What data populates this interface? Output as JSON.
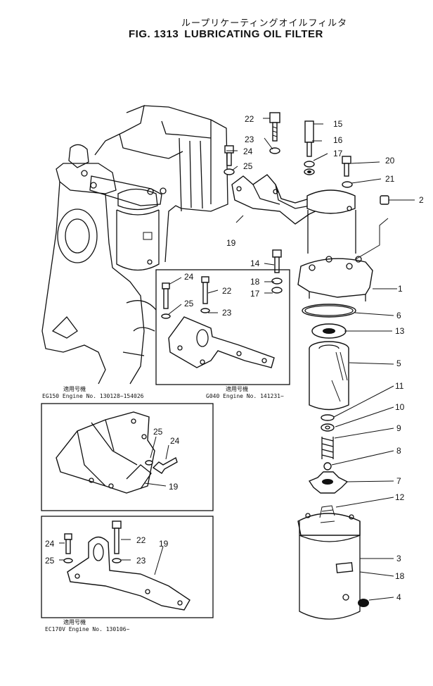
{
  "header": {
    "title_jp": "ループリケーティングオイルフィルタ",
    "fig_label": "FIG. 1313",
    "title_en": "LUBRICATING OIL FILTER"
  },
  "callouts": {
    "main": [
      "22",
      "15",
      "23",
      "16",
      "24",
      "17",
      "20",
      "25",
      "21",
      "2",
      "19",
      "14",
      "18",
      "1",
      "17",
      "6",
      "13",
      "5",
      "11",
      "10",
      "9",
      "8",
      "7",
      "12",
      "3",
      "18",
      "4"
    ],
    "inset_g040": [
      "24",
      "22",
      "25",
      "23"
    ],
    "inset_eg150": [
      "25",
      "24",
      "19"
    ],
    "inset_ec170v": [
      "24",
      "22",
      "19",
      "25",
      "23"
    ]
  },
  "applicability": {
    "eg150_jp": "適用号機",
    "eg150": "EG150 Engine No. 130128~154026",
    "g040_jp": "適用号機",
    "g040": "G040 Engine No. 141231~",
    "ec170v_jp": "適用号機",
    "ec170v": "EC170V Engine No. 130106~"
  }
}
